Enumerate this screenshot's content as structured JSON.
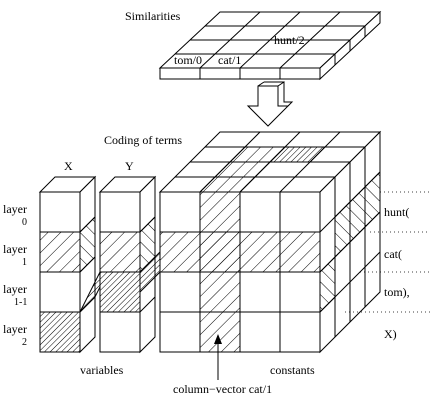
{
  "similarities": {
    "title": "Similarities",
    "cells": [
      "tom/0",
      "cat/1",
      "hunt/2"
    ]
  },
  "coding": {
    "title": "Coding of terms",
    "columns": [
      "X",
      "Y"
    ],
    "layers": [
      {
        "word": "layer",
        "index": "0"
      },
      {
        "word": "layer",
        "index": "1"
      },
      {
        "word": "layer",
        "index": "1-1"
      },
      {
        "word": "layer",
        "index": "2"
      }
    ],
    "terms": [
      "hunt(",
      "cat(",
      "tom),",
      "X)"
    ],
    "bottom_labels": {
      "variables": "variables",
      "constants": "constants",
      "column_vector": "column−vector cat/1"
    }
  }
}
